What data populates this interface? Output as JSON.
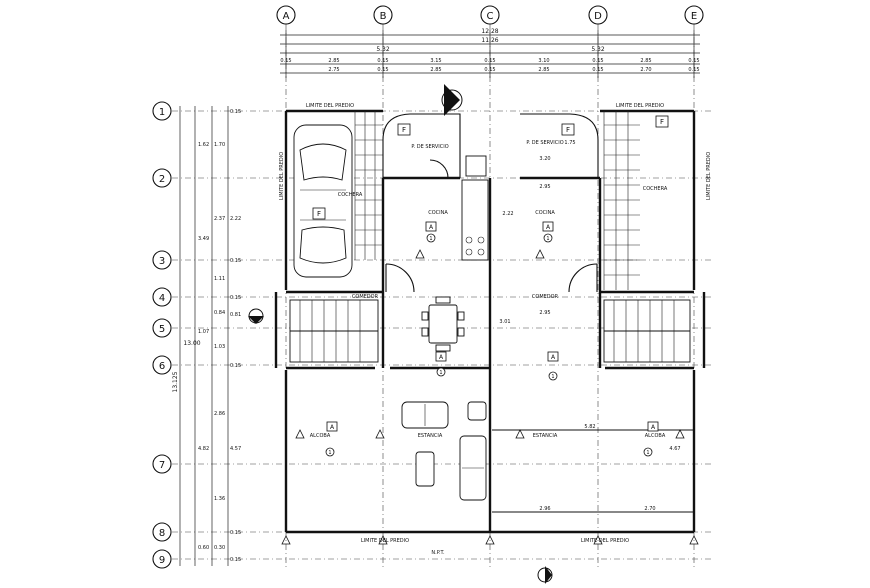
{
  "grid": {
    "columns": [
      "A",
      "B",
      "C",
      "D",
      "E"
    ],
    "rows": [
      "1",
      "2",
      "3",
      "4",
      "5",
      "6",
      "7",
      "8",
      "9"
    ]
  },
  "dimensions": {
    "top": {
      "overall": "12.28",
      "second": "11.26",
      "halves": [
        "5.32",
        "5.32"
      ],
      "row3": [
        "0.15",
        "2.85",
        "0.15",
        "3.15",
        "0.15",
        "3.10",
        "0.15",
        "2.85",
        "0.15"
      ],
      "row4": [
        "2.75",
        "0.15",
        "2.85",
        "0.15",
        "2.85",
        "0.15",
        "2.70",
        "0.15"
      ]
    },
    "left": {
      "overall": "13.125",
      "total": "13.00",
      "chain_a": [
        "1.62",
        "3.49",
        "1.07",
        "4.82",
        "0.60"
      ],
      "chain_b": [
        "1.70",
        "2.37",
        "1.11",
        "0.84",
        "1.03",
        "2.86",
        "1.36",
        "0.30"
      ],
      "chain_c": [
        "0.15",
        "2.22",
        "0.15",
        "0.15",
        "0.81",
        "0.15",
        "4.57",
        "0.15",
        "0.15"
      ]
    }
  },
  "labels": {
    "limite": "LIMITE DEL PREDIO",
    "cochera": "COCHERA",
    "cocina": "COCINA",
    "comedor": "COMEDOR",
    "estancia": "ESTANCIA",
    "alcoba": "ALCOBA",
    "patio": "P. DE SERVICIO",
    "door_width": "2.95",
    "inner_width": "3.01",
    "room_width": "5.82",
    "bottom_w1": "2.96",
    "bottom_w2": "2.70",
    "dim_a": "3.20",
    "dim_b": "1.75",
    "dim_c": "2.22",
    "dim_d": "4.67",
    "npt": "N.P.T.",
    "tag_a": "A",
    "tag_1": "1",
    "tag_f": "F"
  }
}
